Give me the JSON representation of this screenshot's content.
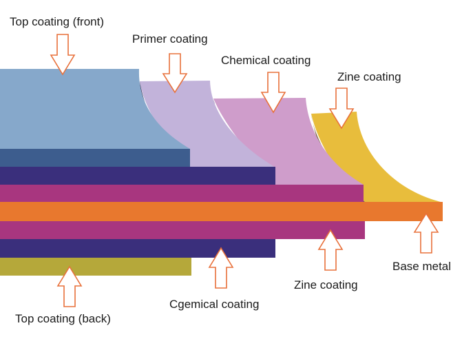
{
  "labels": {
    "top_coating_front": "Top coating (front)",
    "primer_coating": "Primer coating",
    "chemical_coating_top": "Chemical coating",
    "zine_coating_top": "Zine coating",
    "base_metal": "Base metal",
    "zine_coating_bottom": "Zine coating",
    "chemical_coating_bottom": "Cgemical coating",
    "top_coating_back": "Top coating (back)"
  },
  "colors": {
    "top_coat_front": "#86a8cb",
    "top_coat_front_edge": "#3d5d8e",
    "primer": "#c2b3da",
    "chemical_top": "#cf9dcb",
    "zinc_top": "#e8bd3c",
    "navy_layer": "#3a2f7c",
    "magenta_layer": "#a8367f",
    "base_metal": "#e8782e",
    "back_coat": "#b5a83a",
    "arrow_stroke": "#e8703a"
  }
}
